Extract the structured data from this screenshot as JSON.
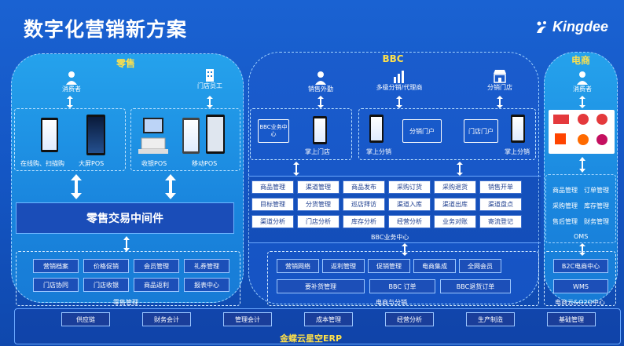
{
  "title": "数字化营销新方案",
  "logo": "Kingdee",
  "retail": {
    "title": "零售",
    "actor_consumer": "消费者",
    "actor_staff": "门店员工",
    "devices": [
      "在线购、扫描购",
      "大屏POS",
      "收银POS",
      "移动POS"
    ],
    "middleware": "零售交易中间件",
    "mgmt_buttons": [
      "营销档案",
      "价格促销",
      "会员管理",
      "礼券管理",
      "门店协同",
      "门店收银",
      "商品返利",
      "报表中心"
    ],
    "mgmt_label": "零售管理"
  },
  "bbc": {
    "title": "BBC",
    "actor_sales": "销售外勤",
    "actor_agent": "多级分销/代理商",
    "actor_store": "分销门店",
    "portal_bbc": "BBC业务中心",
    "label_zhangshang_store": "掌上门店",
    "portal_dist": "分销门户",
    "label_zhangshang_dist": "掌上分销",
    "portal_store": "门店门户",
    "label_zhangshang_dist2": "掌上分销",
    "grid": [
      [
        "商品管理",
        "渠道管理",
        "商品发布",
        "采购订货",
        "采购退货",
        "销售开单"
      ],
      [
        "目标管理",
        "分货管理",
        "巡店拜访",
        "渠道入库",
        "渠道出库",
        "渠道盘点"
      ],
      [
        "渠道分析",
        "门店分析",
        "库存分析",
        "经营分析",
        "业务对账",
        "寄流登记"
      ]
    ],
    "center_label": "BBC业务中心",
    "ecom_row1": [
      "营销网络",
      "返利管理",
      "促销管理",
      "电商集成",
      "全网会员"
    ],
    "ecom_row2": [
      "要补货管理",
      "BBC 订单",
      "BBC退货订单"
    ],
    "ecom_label": "电商与分销"
  },
  "ecommerce": {
    "title": "电商",
    "actor": "消费者",
    "oms_rows": [
      [
        "商品管理",
        "订单管理"
      ],
      [
        "采购管理",
        "库存管理"
      ],
      [
        "售后管理",
        "财务管理"
      ]
    ],
    "oms_label": "OMS",
    "b2c": "B2C电商中心",
    "wms": "WMS",
    "center_label": "电商云&O2O中心"
  },
  "erp": {
    "buttons": [
      "供应链",
      "财务会计",
      "管理会计",
      "成本管理",
      "经营分析",
      "生产制造",
      "基础管理"
    ],
    "label": "金蝶云星空ERP"
  },
  "colors": {
    "accent_yellow": "#ffe14a",
    "background_blue": "#1456c4",
    "cloud_blue": "#1a86de",
    "button_blue": "#1c4fb8"
  }
}
